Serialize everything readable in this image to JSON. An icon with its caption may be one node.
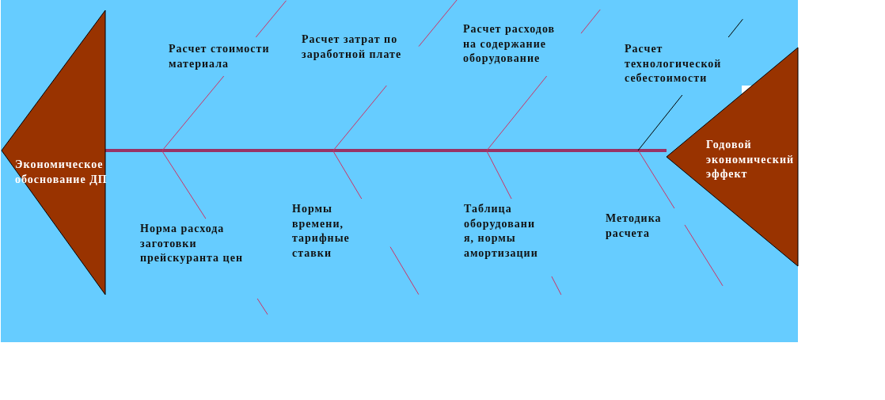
{
  "diagram": {
    "nodes": [
      {
        "text": [
          "Экономическое обоснование ДП"
        ]
      },
      {
        "text": [
          "Годовой экономический эффект"
        ]
      },
      {
        "text": [
          "Расчет стоимости материала"
        ]
      },
      {
        "text": [
          "Расчет затрат по заработной плате"
        ]
      },
      {
        "text": [
          "Расчет расходов на содержание оборудование"
        ]
      },
      {
        "text": [
          "Расчет технологической себестоимости"
        ]
      },
      {
        "text": [
          "Норма расхода заготовки прейскуранта цен"
        ]
      },
      {
        "text": [
          "Нормы времени, тарифные ставки"
        ]
      },
      {
        "text": [
          "Таблица оборудовани я, нормы амортизации"
        ]
      },
      {
        "text": [
          "Методика расчета"
        ]
      }
    ],
    "edges": [
      {
        "from": 0,
        "to": 1,
        "arrow": "none",
        "style": "thick",
        "color": "#993366"
      },
      {
        "from": 2,
        "to": null,
        "arrow": "none"
      },
      {
        "from": 3,
        "to": null,
        "arrow": "none"
      },
      {
        "from": 4,
        "to": null,
        "arrow": "none"
      },
      {
        "from": 5,
        "to": null,
        "arrow": "none",
        "color": "#000000"
      },
      {
        "from": 6,
        "to": null,
        "arrow": "none"
      },
      {
        "from": 7,
        "to": null,
        "arrow": "none"
      },
      {
        "from": 8,
        "to": null,
        "arrow": "none"
      },
      {
        "from": 9,
        "to": null,
        "arrow": "none"
      }
    ]
  }
}
